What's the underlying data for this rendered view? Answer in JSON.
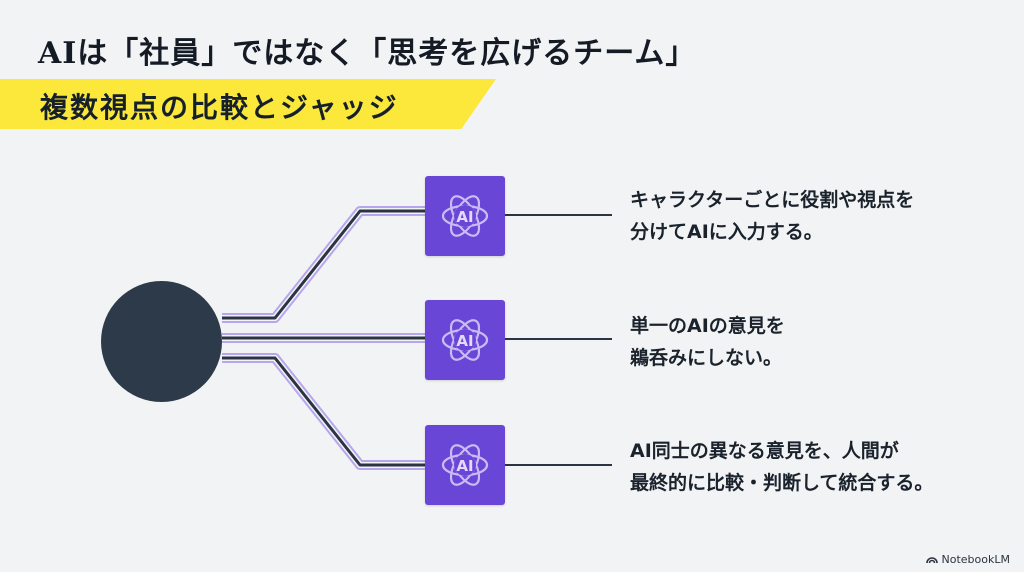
{
  "slide": {
    "title": "AIは「社員」ではなく「思考を広げるチーム」",
    "subtitle": "複数視点の比較とジャッジ",
    "accent_color": "#fbe83b",
    "ai_box_color": "#6a46d6",
    "hub_color": "#2d3a4a"
  },
  "branches": [
    {
      "icon": "ai-icon",
      "icon_text": "AI",
      "line1": "キャラクターごとに役割や視点を",
      "line2": "分けてAIに入力する。"
    },
    {
      "icon": "ai-icon",
      "icon_text": "AI",
      "line1": "単一のAIの意見を",
      "line2": "鵜呑みにしない。"
    },
    {
      "icon": "ai-icon",
      "icon_text": "AI",
      "line1": "AI同士の異なる意見を、人間が",
      "line2": "最終的に比較・判断して統合する。"
    }
  ],
  "footer": {
    "brand": "NotebookLM",
    "brand_icon": "notebooklm-logo-icon"
  }
}
